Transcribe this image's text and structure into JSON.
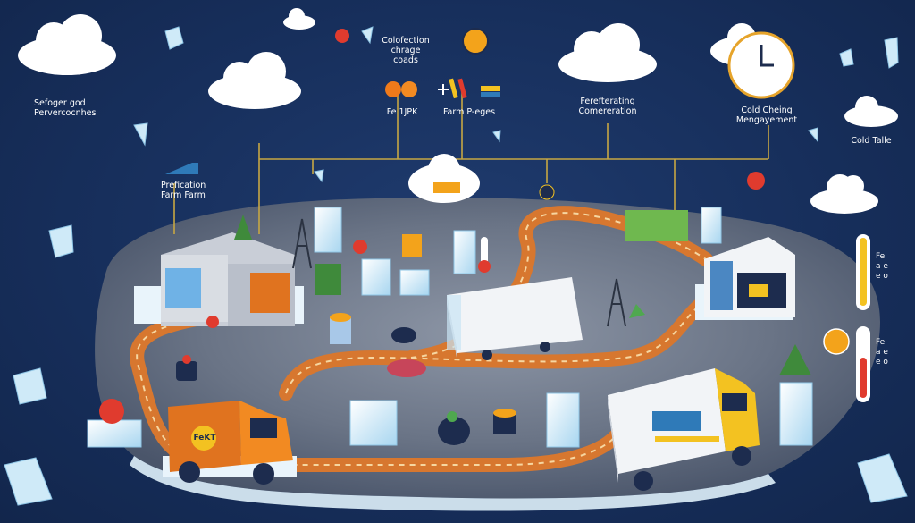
{
  "labels": {
    "top_left": {
      "line1": "Sefoger god",
      "line2": "Pervercocnhes"
    },
    "top_center": {
      "line1": "Colofection",
      "line2": "chrage",
      "line3": "coads"
    },
    "fruit_label": "Fe 1JPK",
    "books_label": "Farm P-eges",
    "refrigerating": {
      "line1": "Ferefterating",
      "line2": "Comereration"
    },
    "cold_chain": {
      "line1": "Cold Cheing",
      "line2": "Mengayement"
    },
    "cold_table": "Cold Talle",
    "farm": {
      "line1": "Prefication",
      "line2": "Farm Farm"
    },
    "truck_logo": "FeKT",
    "gauge_top": {
      "line1": "Fe",
      "line2": "a e",
      "line3": "e o"
    },
    "gauge_bottom": {
      "line1": "Fe",
      "line2": "a e",
      "line3": "e o"
    }
  },
  "colors": {
    "background": "#172f5c",
    "platform": "#5b6678",
    "road": "#d7772f",
    "road_dash": "#f6d6a0",
    "connector": "#c7a743",
    "orange_truck": "#e0731f",
    "white_truck": "#f2f4f7",
    "cab_yellow": "#f3c221",
    "ice": "#cfeaf8",
    "cloud": "#ffffff",
    "thermo_yellow": "#f3c221",
    "thermo_red": "#e03b2e"
  },
  "icons": [
    "cloud-icon",
    "ice-crystal-icon",
    "apple-icon",
    "orange-slice-icon",
    "clock-icon",
    "books-icon",
    "warehouse-icon",
    "truck-icon",
    "thermometer-icon",
    "plant-icon",
    "ice-block-icon",
    "basket-icon"
  ]
}
